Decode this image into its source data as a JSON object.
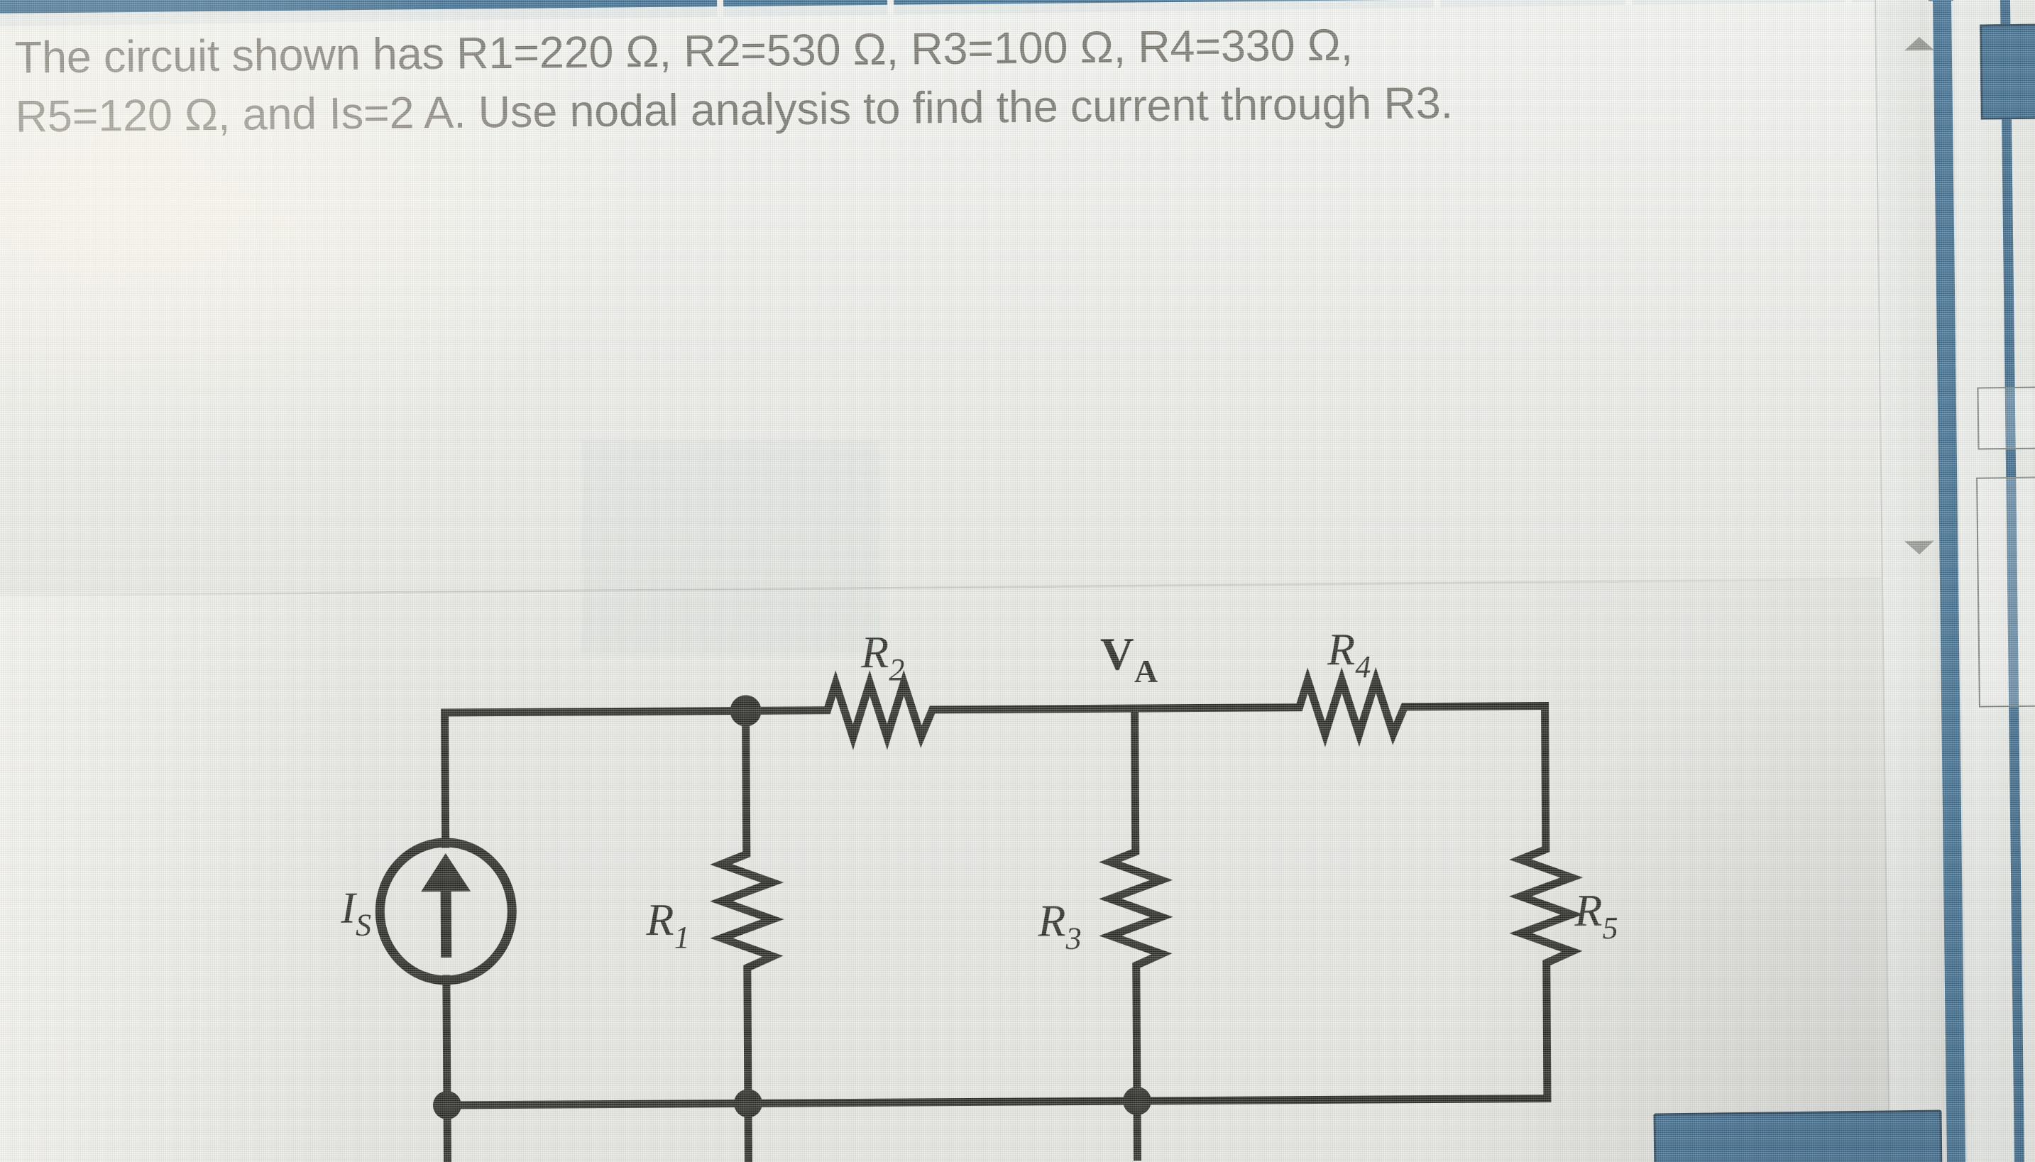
{
  "page": {
    "kind": "textbook-question-screenshot",
    "question_text": "The circuit shown has R1=220 Ω, R2=530 Ω, R3=100 Ω, R4=330 Ω, R5=120 Ω, and Is=2 A. Use nodal analysis to find the current through R3.",
    "question_line_1": "The circuit shown has R1=220 Ω, R2=530 Ω, R3=100 Ω, R4=330 Ω,",
    "question_line_2": "R5=120 Ω, and Is=2 A. Use nodal analysis to find the current through R3."
  },
  "colors": {
    "chrome_blue": "#2a5f86",
    "screen_background": "#e8e9e4",
    "text_gray": "#6d6a62",
    "wire_black": "#14130f",
    "scroll_arrow": "#8b8d88"
  },
  "circuit": {
    "title": "Resistive network with independent current source",
    "source": {
      "label": "I_S",
      "label_base": "I",
      "label_sub": "S",
      "type": "independent current source",
      "arrow_direction": "up"
    },
    "node_labels": [
      {
        "label_base": "V",
        "label_sub": "A",
        "label": "V_A"
      }
    ],
    "resistors": [
      {
        "id": "R1",
        "label_base": "R",
        "label_sub": "1",
        "value": "220 Ω",
        "orientation": "vertical",
        "label_side": "left"
      },
      {
        "id": "R2",
        "label_base": "R",
        "label_sub": "2",
        "value": "530 Ω",
        "orientation": "horizontal",
        "label_side": "above"
      },
      {
        "id": "R3",
        "label_base": "R",
        "label_sub": "3",
        "value": "100 Ω",
        "orientation": "vertical",
        "label_side": "left"
      },
      {
        "id": "R4",
        "label_base": "R",
        "label_sub": "4",
        "value": "330 Ω",
        "orientation": "horizontal",
        "label_side": "above"
      },
      {
        "id": "R5",
        "label_base": "R",
        "label_sub": "5",
        "value": "120 Ω",
        "orientation": "vertical",
        "label_side": "right"
      }
    ],
    "given_values": {
      "R1": "220 Ω",
      "R2": "530 Ω",
      "R3": "100 Ω",
      "R4": "330 Ω",
      "R5": "120 Ω",
      "Is": "2 A"
    },
    "junction_dots": 5
  },
  "scrollbar": {
    "up_arrow_icon": "triangle-up-icon",
    "down_arrow_icon": "triangle-down-icon"
  }
}
